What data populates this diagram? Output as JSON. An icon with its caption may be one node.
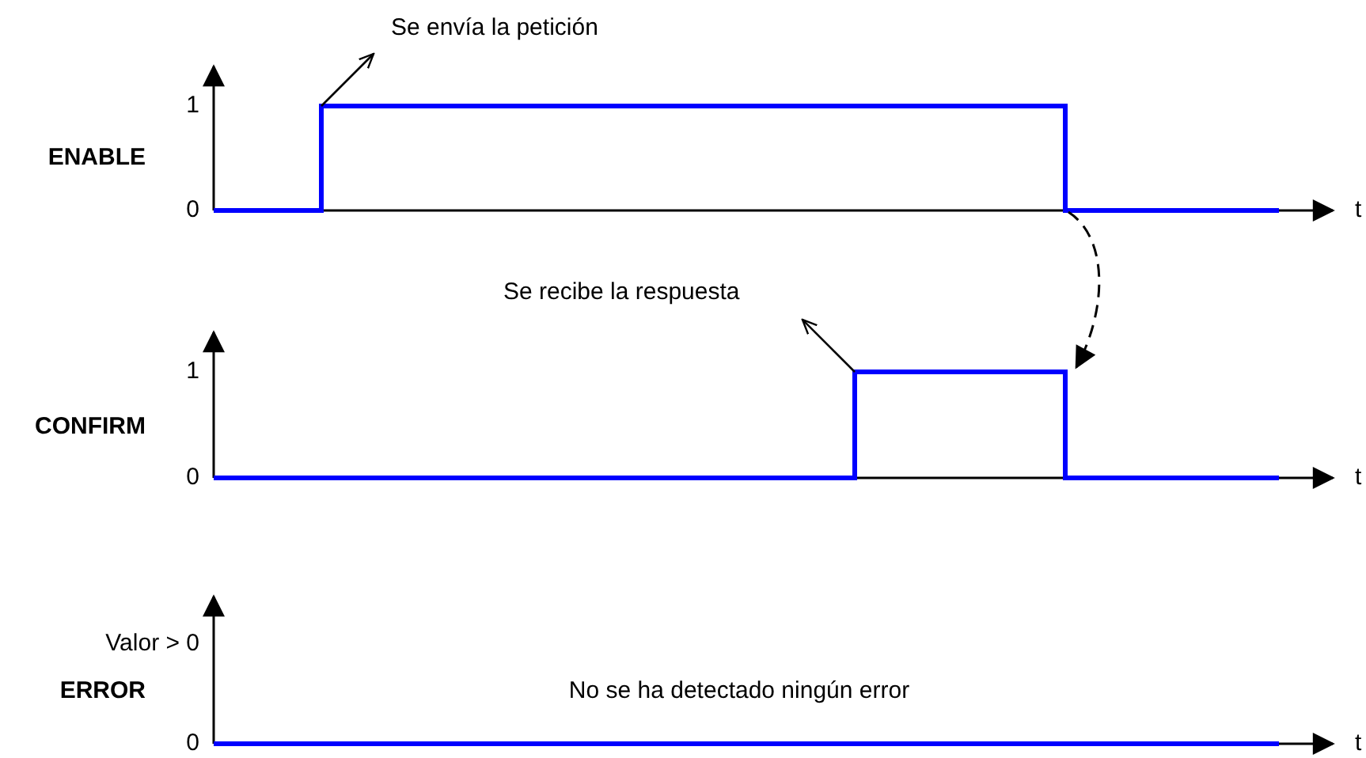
{
  "diagram": {
    "labels": [
      "Se envía la petición",
      "1",
      "ENABLE",
      "0",
      "t",
      "Se recibe la respuesta",
      "1",
      "CONFIRM",
      "0",
      "t",
      "Valor > 0",
      "ERROR",
      "No se ha detectado ningún error",
      "0",
      "t"
    ]
  }
}
